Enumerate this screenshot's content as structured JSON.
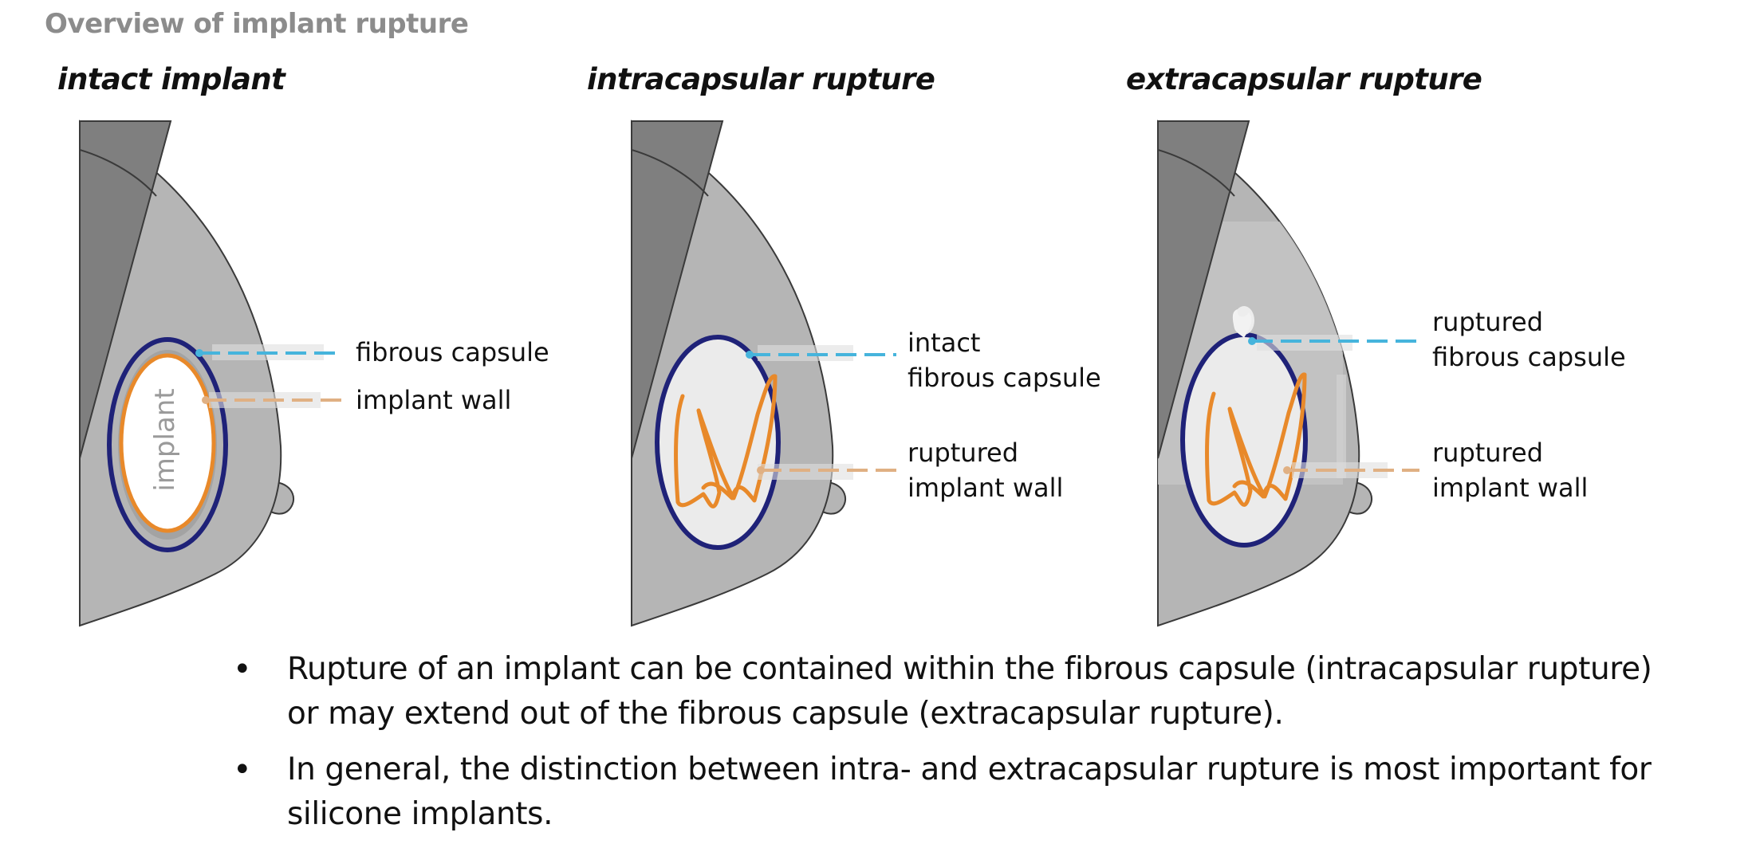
{
  "page_title": "Overview of implant rupture",
  "panels": [
    {
      "title": "intact implant",
      "implant_label": "implant",
      "callouts": [
        {
          "lines": [
            "fibrous capsule"
          ]
        },
        {
          "lines": [
            "implant wall"
          ]
        }
      ]
    },
    {
      "title": "intracapsular rupture",
      "callouts": [
        {
          "lines": [
            "intact",
            "fibrous capsule"
          ]
        },
        {
          "lines": [
            "ruptured",
            "implant wall"
          ]
        }
      ]
    },
    {
      "title": "extracapsular rupture",
      "callouts": [
        {
          "lines": [
            "ruptured",
            "fibrous capsule"
          ]
        },
        {
          "lines": [
            "ruptured",
            "implant wall"
          ]
        }
      ]
    }
  ],
  "bullets": [
    "Rupture of an implant can be contained within the fibrous capsule (intracapsular rupture) or may extend out of the fibrous capsule (extracapsular rupture).",
    "In general, the distinction between intra- and extracapsular rupture is most important for silicone implants."
  ],
  "bullet_symbol": "•",
  "colors": {
    "chest_wall": "#7f7f7f",
    "breast_tissue": "#b5b5b5",
    "outline": "#3a3a3a",
    "capsule": "#1f2278",
    "implant_wall": "#e8892a",
    "implant_fill": "#ffffff",
    "ruptured_fill": "#ebebeb",
    "capsule_leader": "#46b4dc",
    "wall_leader": "#e0b083"
  }
}
